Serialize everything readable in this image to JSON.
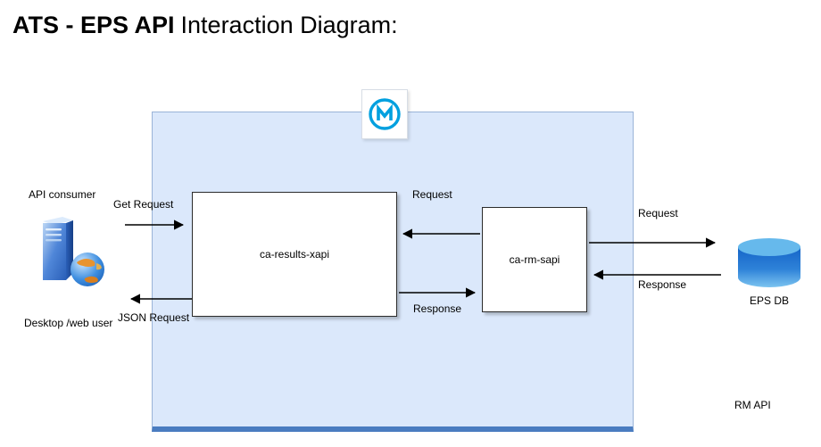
{
  "title": {
    "bold": "ATS - EPS API",
    "regular": "Interaction Diagram:"
  },
  "diagram": {
    "nodes": {
      "xapi": {
        "label": "ca-results-xapi"
      },
      "sapi": {
        "label": "ca-rm-sapi"
      }
    },
    "actors": {
      "api_consumer": {
        "label": "API consumer"
      },
      "desktop_web_user": {
        "label": "Desktop /web user"
      },
      "eps_db": {
        "label": "EPS DB"
      },
      "rm_api": {
        "label": "RM API"
      }
    },
    "edges": {
      "get_request": {
        "label": "Get Request"
      },
      "json_request": {
        "label": "JSON Request"
      },
      "xapi_request": {
        "label": "Request"
      },
      "xapi_response": {
        "label": "Response"
      },
      "db_request": {
        "label": "Request"
      },
      "db_response": {
        "label": "Response"
      }
    },
    "icons": {
      "mulesoft": "mulesoft-logo",
      "consumer": "server-globe-icon",
      "database": "database-cylinder-icon"
    },
    "colors": {
      "container_fill": "#dbe8fb",
      "container_border": "#9ab4d8",
      "container_bottom_edge": "#4a7cc0",
      "mulesoft_blue": "#00a0df",
      "db_top": "#66b9ec",
      "db_body": "#1565c8",
      "arrow": "#000000"
    }
  }
}
